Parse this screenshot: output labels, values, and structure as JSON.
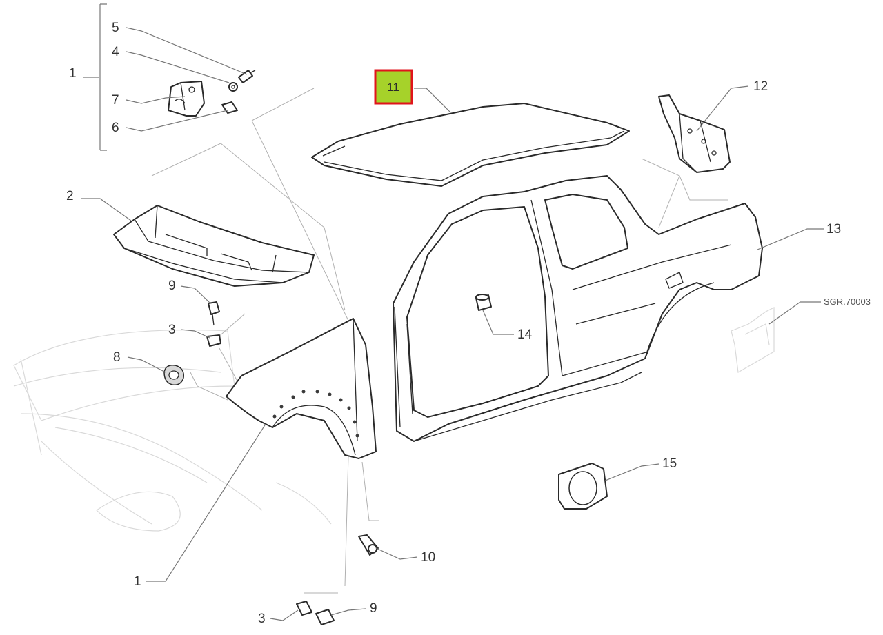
{
  "diagram": {
    "reference_code": "SGR.70003",
    "highlight_color": "#a6d22a",
    "highlight_border": "#e0141c",
    "callouts": [
      {
        "id": "c1_top",
        "label": "1"
      },
      {
        "id": "c5",
        "label": "5"
      },
      {
        "id": "c4",
        "label": "4"
      },
      {
        "id": "c7",
        "label": "7"
      },
      {
        "id": "c6",
        "label": "6"
      },
      {
        "id": "c11",
        "label": "11",
        "highlighted": true
      },
      {
        "id": "c12",
        "label": "12"
      },
      {
        "id": "c2",
        "label": "2"
      },
      {
        "id": "c13",
        "label": "13"
      },
      {
        "id": "c9_top",
        "label": "9"
      },
      {
        "id": "c3_top",
        "label": "3"
      },
      {
        "id": "c8",
        "label": "8"
      },
      {
        "id": "c14",
        "label": "14"
      },
      {
        "id": "c15",
        "label": "15"
      },
      {
        "id": "c10",
        "label": "10"
      },
      {
        "id": "c1_bottom",
        "label": "1"
      },
      {
        "id": "c3_bottom",
        "label": "3"
      },
      {
        "id": "c9_bottom",
        "label": "9"
      }
    ],
    "parts": [
      {
        "id": "front-fender",
        "icon": "fender-panel"
      },
      {
        "id": "cowl-panel",
        "icon": "cowl-panel"
      },
      {
        "id": "roof-panel",
        "icon": "roof-panel"
      },
      {
        "id": "body-side-panel",
        "icon": "body-side"
      },
      {
        "id": "rear-bracket",
        "icon": "bracket"
      },
      {
        "id": "fuel-door",
        "icon": "fuel-flap"
      },
      {
        "id": "mounting-bracket",
        "icon": "hinge-bracket"
      },
      {
        "id": "grommet",
        "icon": "grommet"
      },
      {
        "id": "clip",
        "icon": "clip"
      },
      {
        "id": "bolt",
        "icon": "bolt"
      }
    ]
  }
}
